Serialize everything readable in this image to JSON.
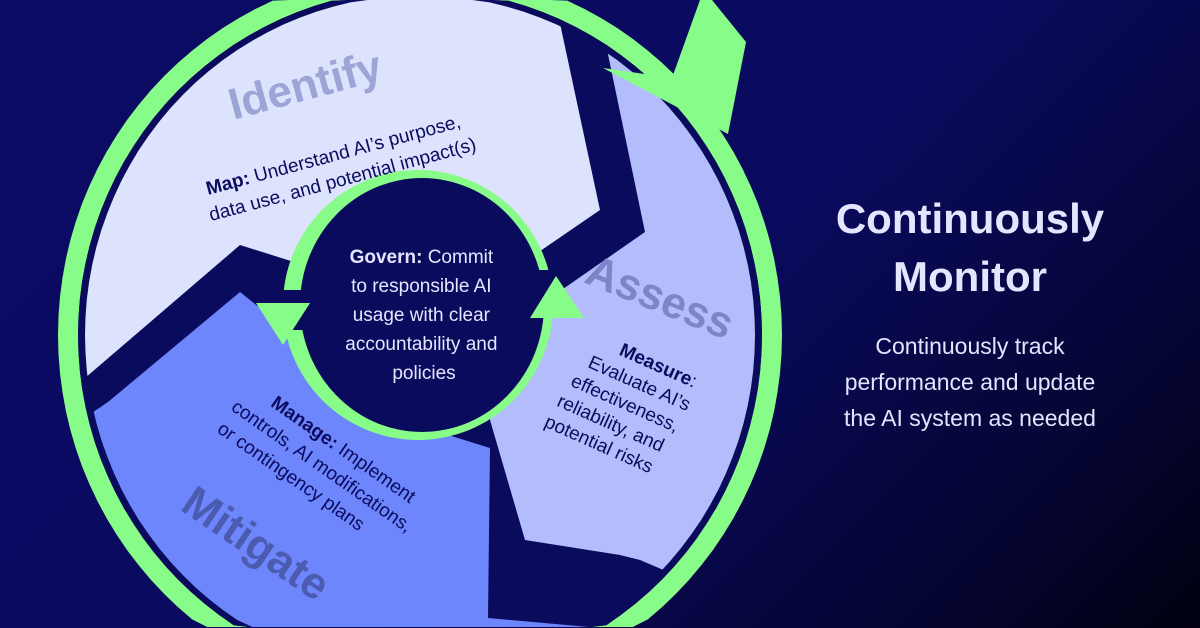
{
  "colors": {
    "background": "#0b0b5e",
    "ring": "#88fc88",
    "identify": "#dde2fd",
    "assess": "#b3bdfc",
    "mitigate": "#6e86fc",
    "text_dark": "#0b0b5e",
    "text_light": "#e4e6ff"
  },
  "identify": {
    "title": "Identify",
    "bold": "Map:",
    "line1": " Understand AI’s purpose,",
    "line2": "data use, and potential impact(s)"
  },
  "assess": {
    "title": "Assess",
    "bold": "Measure",
    "colon": ":",
    "lines": [
      "Evaluate AI’s",
      "effectiveness,",
      "reliability, and",
      "potential risks"
    ]
  },
  "mitigate": {
    "title": "Mitigate",
    "bold": "Manage:",
    "line1": " Implement",
    "line2": "controls, AI modifications,",
    "line3": "or contingency plans"
  },
  "govern": {
    "bold": "Govern:",
    "line1": " Commit",
    "line2": "to responsible AI",
    "line3": "usage with clear",
    "line4": "accountability and",
    "line5": "policies"
  },
  "monitor": {
    "title_line1": "Continuously",
    "title_line2": "Monitor",
    "desc_line1": "Continuously track",
    "desc_line2": "performance and update",
    "desc_line3": "the AI system as needed"
  }
}
